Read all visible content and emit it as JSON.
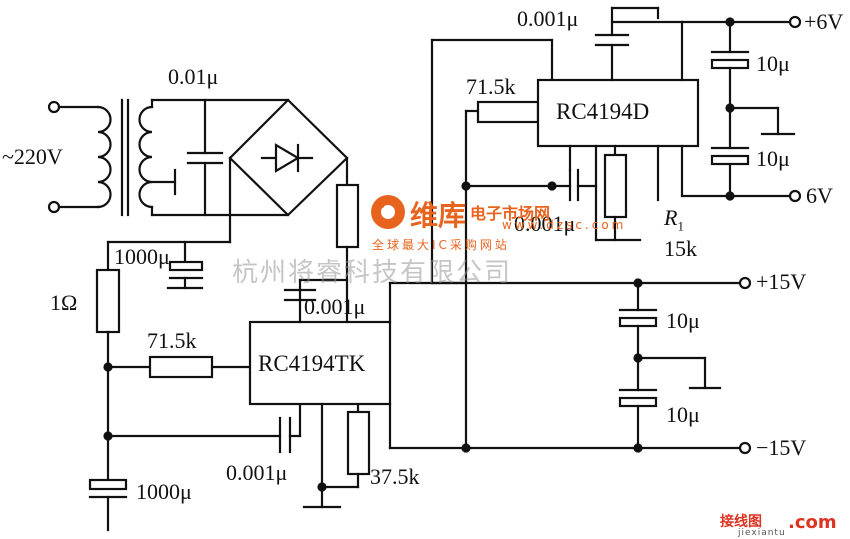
{
  "components": {
    "ic_top": "RC4194D",
    "ic_bottom": "RC4194TK",
    "transformer_cap": "0.01μ",
    "top_cap": "0.001μ",
    "mid_cap": "0.001μ",
    "left_mid_cap": "0.001μ",
    "bottom_cap": "0.001μ",
    "res_top": "71.5k",
    "res_bottom": "71.5k",
    "res_1ohm": "1Ω",
    "res_37k": "37.5k",
    "r1_label": "R",
    "r1_sub": "1",
    "r1_value": "15k",
    "filter_cap_upper": "1000μ",
    "filter_cap_lower": "1000μ",
    "cap_p6_a": "10μ",
    "cap_p6_b": "10μ",
    "cap_p15_a": "10μ",
    "cap_p15_b": "10μ"
  },
  "terminals": {
    "ac_input": "~220V",
    "plus6": "+6V",
    "minus6": "6V",
    "plus15": "+15V",
    "minus15": "−15V"
  },
  "watermarks": {
    "company": "杭州将睿科技有限公司",
    "brand": "维库",
    "brand_tail": "电子市场网",
    "brand_sub": "全球最大IC采购网站",
    "brand_url": "www.dzsc.com",
    "site_cn": "接线图",
    "site_dot": ".com",
    "site_url": "jiexiantu"
  }
}
